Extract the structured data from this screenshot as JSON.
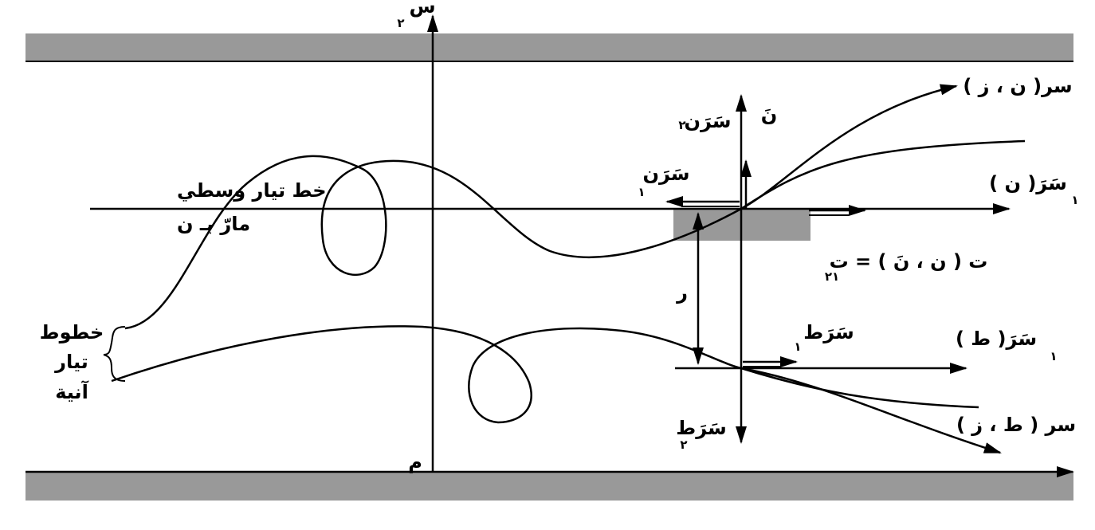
{
  "colors": {
    "wall": "#999999",
    "patch": "#999999",
    "ink": "#000000",
    "background": "#ffffff"
  },
  "labels": {
    "axis_s": "س",
    "axis_s_sub": "٢",
    "origin": "م",
    "mid_line_1": "خط تيار وسطي",
    "mid_line_2": "مارّ بـ ﻥ",
    "inst_1": "خطوط",
    "inst_2": "تيار",
    "inst_3": "آنية",
    "r": "ر",
    "n_vec": "نَ",
    "s_n2": "سَرَﻥ",
    "s_n2_sub": "٢",
    "s_n1": "سَرَﻥ",
    "s_n1_sub": "١",
    "s1_n": "سَرَ( ن )",
    "s1_n_sub": "١",
    "s_nz": "سر( ﻥ ، ز )",
    "t21": "ت ( ﻥ ، نَ ) = ت",
    "t21_sub": "٢١",
    "s_t1": "سَرَط",
    "s_t1_sub": "١",
    "s1_t": "سَرَ( ط )",
    "s1_t_sub": "١",
    "s_tz": "سر ( ط ، ز )",
    "s_t2": "سَرَط",
    "s_t2_sub": "٢"
  }
}
